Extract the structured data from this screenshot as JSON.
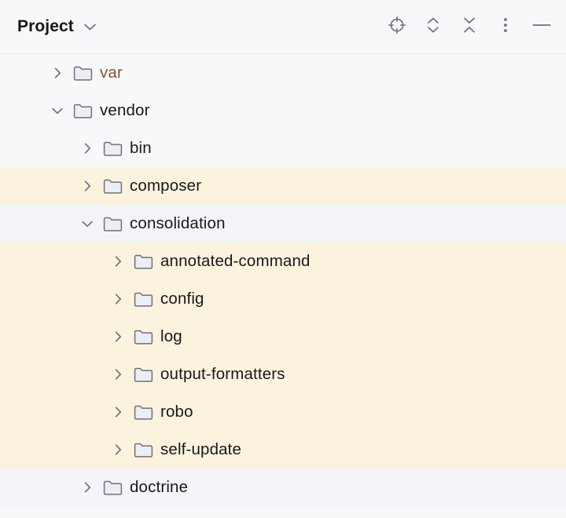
{
  "window": {
    "title": "Project",
    "title_dropdown_icon": "chevron-down-icon"
  },
  "toolbar": {
    "actions": [
      {
        "name": "select-opened-file-button",
        "icon": "crosshair-target-icon",
        "label": "Select Opened File"
      },
      {
        "name": "expand-all-button",
        "icon": "expand-all-icon",
        "label": "Expand All"
      },
      {
        "name": "collapse-all-button",
        "icon": "collapse-all-icon",
        "label": "Collapse All"
      },
      {
        "name": "more-options-button",
        "icon": "vertical-ellipsis-icon",
        "label": "Options"
      },
      {
        "name": "hide-button",
        "icon": "minimize-dash-icon",
        "label": "Hide"
      }
    ]
  },
  "colors": {
    "background": "#f7f8fa",
    "row_highlight": "#fcf3df",
    "row_alt": "#f4f5fa",
    "header_border": "#e5e7ea",
    "text": "#17181c",
    "text_excluded": "#87562c",
    "icon_stroke": "#6c707e",
    "folder_fill": "#eceef3"
  },
  "tree": {
    "rows": [
      {
        "label": "var",
        "depth": 1,
        "expanded": false,
        "icon": "folder-icon",
        "background": "base",
        "excluded": true
      },
      {
        "label": "vendor",
        "depth": 1,
        "expanded": true,
        "icon": "folder-icon",
        "background": "base",
        "excluded": false
      },
      {
        "label": "bin",
        "depth": 2,
        "expanded": false,
        "icon": "folder-icon",
        "background": "base",
        "excluded": false
      },
      {
        "label": "composer",
        "depth": 2,
        "expanded": false,
        "icon": "folder-icon",
        "background": "highlight",
        "excluded": false
      },
      {
        "label": "consolidation",
        "depth": 2,
        "expanded": true,
        "icon": "folder-icon",
        "background": "alt",
        "excluded": false
      },
      {
        "label": "annotated-command",
        "depth": 3,
        "expanded": false,
        "icon": "folder-icon",
        "background": "highlight",
        "excluded": false
      },
      {
        "label": "config",
        "depth": 3,
        "expanded": false,
        "icon": "folder-icon",
        "background": "highlight",
        "excluded": false
      },
      {
        "label": "log",
        "depth": 3,
        "expanded": false,
        "icon": "folder-icon",
        "background": "highlight",
        "excluded": false
      },
      {
        "label": "output-formatters",
        "depth": 3,
        "expanded": false,
        "icon": "folder-icon",
        "background": "highlight",
        "excluded": false
      },
      {
        "label": "robo",
        "depth": 3,
        "expanded": false,
        "icon": "folder-icon",
        "background": "highlight",
        "excluded": false
      },
      {
        "label": "self-update",
        "depth": 3,
        "expanded": false,
        "icon": "folder-icon",
        "background": "highlight",
        "excluded": false
      },
      {
        "label": "doctrine",
        "depth": 2,
        "expanded": false,
        "icon": "folder-icon",
        "background": "alt",
        "excluded": false
      }
    ]
  }
}
